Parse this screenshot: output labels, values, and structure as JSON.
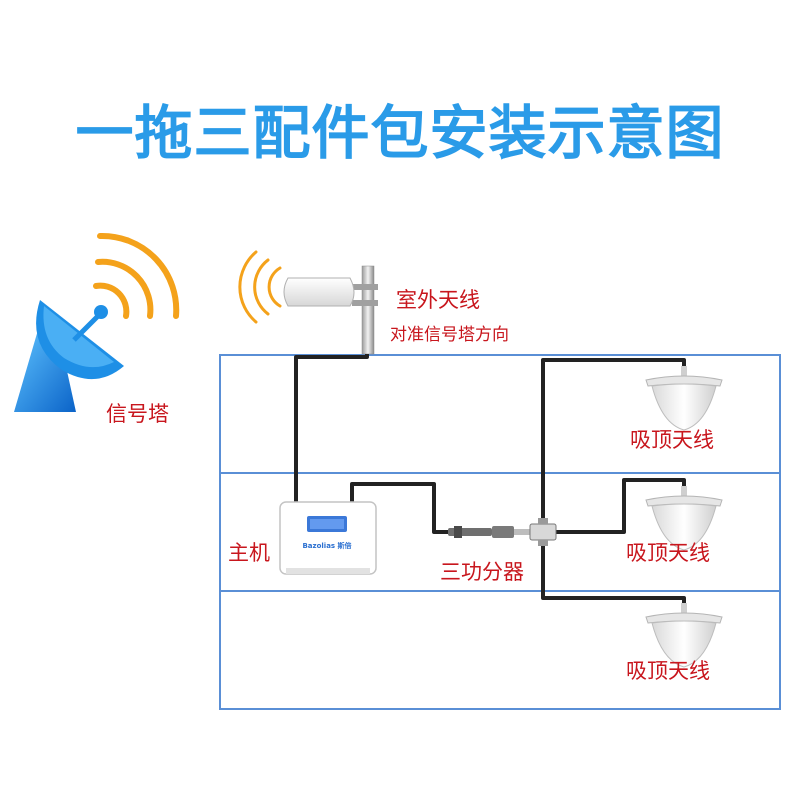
{
  "title": "一拖三配件包安装示意图",
  "labels": {
    "tower": "信号塔",
    "outdoor_antenna": "室外天线",
    "outdoor_antenna_note": "对准信号塔方向",
    "host": "主机",
    "splitter": "三功分器",
    "ceiling_antenna_1": "吸顶天线",
    "ceiling_antenna_2": "吸顶天线",
    "ceiling_antenna_3": "吸顶天线",
    "brand": "Bazolias 斯倍"
  },
  "colors": {
    "title": "#2a9be8",
    "label": "#c8161d",
    "floor_line": "#5a8fd6",
    "cable": "#222222",
    "tower_blue": "#1e8fe6",
    "signal_orange": "#f4a21b",
    "host_screen": "#3b78d8"
  },
  "icons": {
    "tower": "satellite-dish-tower-icon",
    "outdoor_antenna": "panel-antenna-icon",
    "ceiling_antenna": "ceiling-dome-antenna-icon",
    "host": "repeater-host-icon",
    "splitter": "three-way-splitter-icon"
  }
}
